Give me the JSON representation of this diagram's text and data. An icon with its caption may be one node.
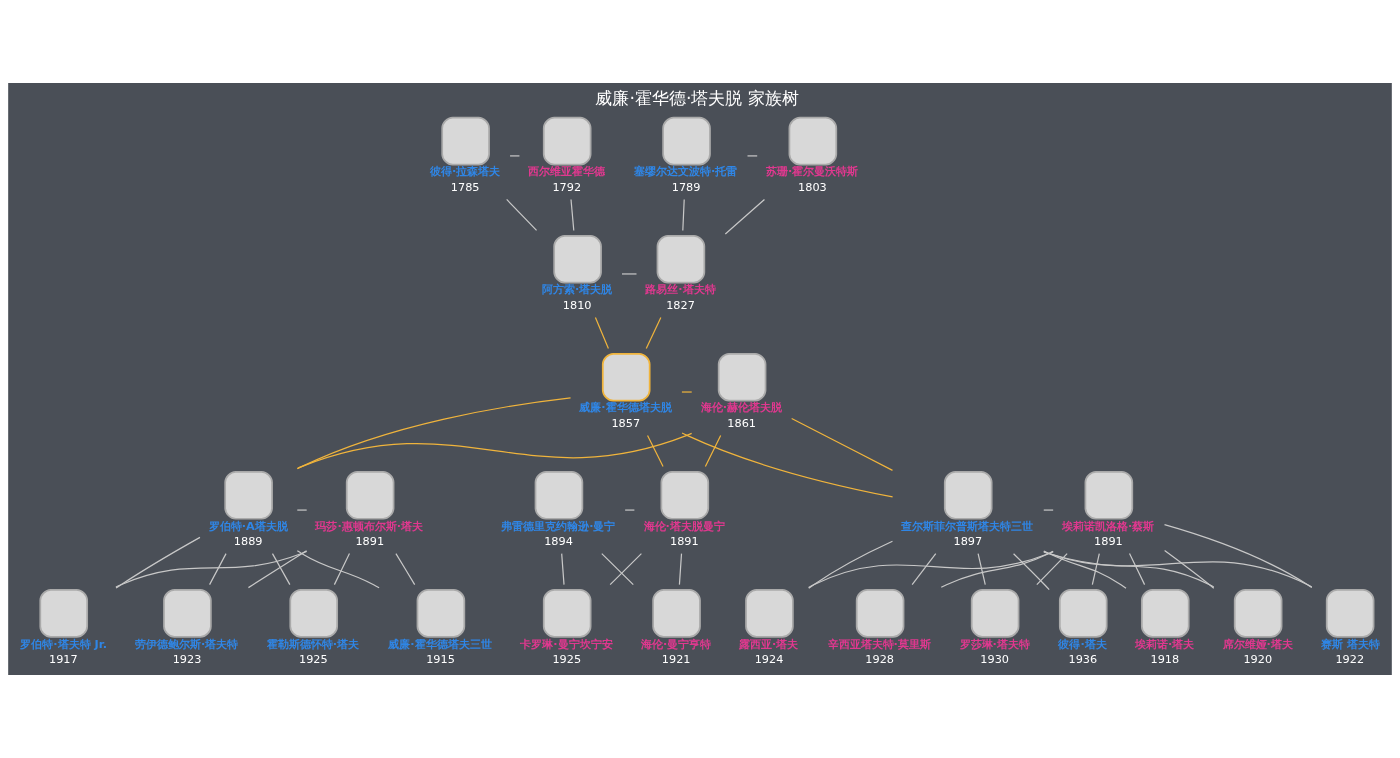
{
  "diagram": {
    "title": "威廉·霍华德·塔夫脱 家族树",
    "nodes": [
      {
        "text": [
          "彼得·拉森塔夫",
          "1785"
        ]
      },
      {
        "text": [
          "西尔维亚霍华德",
          "1792"
        ]
      },
      {
        "text": [
          "塞缪尔达文波特·托雷",
          "1789"
        ]
      },
      {
        "text": [
          "苏珊·霍尔曼沃特斯",
          "1803"
        ]
      },
      {
        "text": [
          "阿方索·塔夫脱",
          "1810"
        ]
      },
      {
        "text": [
          "路易丝·塔夫特",
          "1827"
        ]
      },
      {
        "text": [
          "威廉·霍华德塔夫脱",
          "1857"
        ]
      },
      {
        "text": [
          "海伦·赫伦塔夫脱",
          "1861"
        ]
      },
      {
        "text": [
          "罗伯特·A塔夫脱",
          "1889"
        ]
      },
      {
        "text": [
          "玛莎·惠顿布尔斯·塔夫",
          "1891"
        ]
      },
      {
        "text": [
          "弗雷德里克约翰逊·曼宁",
          "1894"
        ]
      },
      {
        "text": [
          "海伦·塔夫脱曼宁",
          "1891"
        ]
      },
      {
        "text": [
          "查尔斯菲尔普斯塔夫特三世",
          "1897"
        ]
      },
      {
        "text": [
          "埃莉诺凯洛格·蔡斯",
          "1891"
        ]
      },
      {
        "text": [
          "威廉·霍华德塔夫三世",
          "1915"
        ]
      },
      {
        "text": [
          "罗伯特·塔夫特 Jr.",
          "1917"
        ]
      },
      {
        "text": [
          "劳伊德鲍尔斯·塔夫特",
          "1923"
        ]
      },
      {
        "text": [
          "霍勒斯德怀特·塔夫",
          "1925"
        ]
      },
      {
        "text": [
          "海伦·曼宁亨特",
          "1921"
        ]
      },
      {
        "text": [
          "卡罗琳·曼宁坎宁安",
          "1925"
        ]
      },
      {
        "text": [
          "埃莉诺·塔夫",
          "1918"
        ]
      },
      {
        "text": [
          "席尔维娅·塔夫",
          "1920"
        ]
      },
      {
        "text": [
          "赛斯 塔夫特",
          "1922"
        ]
      },
      {
        "text": [
          "露西亚·塔夫",
          "1924"
        ]
      },
      {
        "text": [
          "辛西亚塔夫特·莫里斯",
          "1928"
        ]
      },
      {
        "text": [
          "罗莎琳·塔夫特",
          "1930"
        ]
      },
      {
        "text": [
          "彼得·塔夫",
          "1936"
        ]
      }
    ],
    "edges": [
      {
        "from": 0,
        "to": 1,
        "arrow": "none"
      },
      {
        "from": 2,
        "to": 3,
        "arrow": "none"
      },
      {
        "from": 0,
        "to": 4,
        "arrow": "none"
      },
      {
        "from": 1,
        "to": 4,
        "arrow": "none"
      },
      {
        "from": 2,
        "to": 5,
        "arrow": "none"
      },
      {
        "from": 3,
        "to": 5,
        "arrow": "none"
      },
      {
        "from": 4,
        "to": 5,
        "arrow": "none"
      },
      {
        "from": 4,
        "to": 6,
        "arrow": "none",
        "color": "#f0b43c"
      },
      {
        "from": 5,
        "to": 6,
        "arrow": "none",
        "color": "#f0b43c"
      },
      {
        "from": 6,
        "to": 7,
        "arrow": "none",
        "color": "#f0b43c"
      },
      {
        "from": 6,
        "to": 8,
        "arrow": "none",
        "color": "#f0b43c"
      },
      {
        "from": 7,
        "to": 8,
        "arrow": "none",
        "color": "#f0b43c"
      },
      {
        "from": 6,
        "to": 11,
        "arrow": "none",
        "color": "#f0b43c"
      },
      {
        "from": 7,
        "to": 11,
        "arrow": "none",
        "color": "#f0b43c"
      },
      {
        "from": 6,
        "to": 12,
        "arrow": "none",
        "color": "#f0b43c"
      },
      {
        "from": 7,
        "to": 12,
        "arrow": "none",
        "color": "#f0b43c"
      },
      {
        "from": 8,
        "to": 9,
        "arrow": "none"
      },
      {
        "from": 10,
        "to": 11,
        "arrow": "none"
      },
      {
        "from": 12,
        "to": 13,
        "arrow": "none"
      },
      {
        "from": 8,
        "to": 14,
        "arrow": "none"
      },
      {
        "from": 9,
        "to": 14,
        "arrow": "none"
      },
      {
        "from": 8,
        "to": 15,
        "arrow": "none"
      },
      {
        "from": 9,
        "to": 15,
        "arrow": "none"
      },
      {
        "from": 8,
        "to": 16,
        "arrow": "none"
      },
      {
        "from": 9,
        "to": 16,
        "arrow": "none"
      },
      {
        "from": 8,
        "to": 17,
        "arrow": "none"
      },
      {
        "from": 9,
        "to": 17,
        "arrow": "none"
      },
      {
        "from": 10,
        "to": 18,
        "arrow": "none"
      },
      {
        "from": 11,
        "to": 18,
        "arrow": "none"
      },
      {
        "from": 10,
        "to": 19,
        "arrow": "none"
      },
      {
        "from": 11,
        "to": 19,
        "arrow": "none"
      },
      {
        "from": 12,
        "to": 20,
        "arrow": "none"
      },
      {
        "from": 13,
        "to": 20,
        "arrow": "none"
      },
      {
        "from": 12,
        "to": 21,
        "arrow": "none"
      },
      {
        "from": 13,
        "to": 21,
        "arrow": "none"
      },
      {
        "from": 12,
        "to": 22,
        "arrow": "none"
      },
      {
        "from": 13,
        "to": 22,
        "arrow": "none"
      },
      {
        "from": 12,
        "to": 23,
        "arrow": "none"
      },
      {
        "from": 13,
        "to": 23,
        "arrow": "none"
      },
      {
        "from": 12,
        "to": 24,
        "arrow": "none"
      },
      {
        "from": 13,
        "to": 24,
        "arrow": "none"
      },
      {
        "from": 12,
        "to": 25,
        "arrow": "none"
      },
      {
        "from": 13,
        "to": 25,
        "arrow": "none"
      },
      {
        "from": 12,
        "to": 26,
        "arrow": "none"
      },
      {
        "from": 13,
        "to": 26,
        "arrow": "none"
      }
    ]
  }
}
